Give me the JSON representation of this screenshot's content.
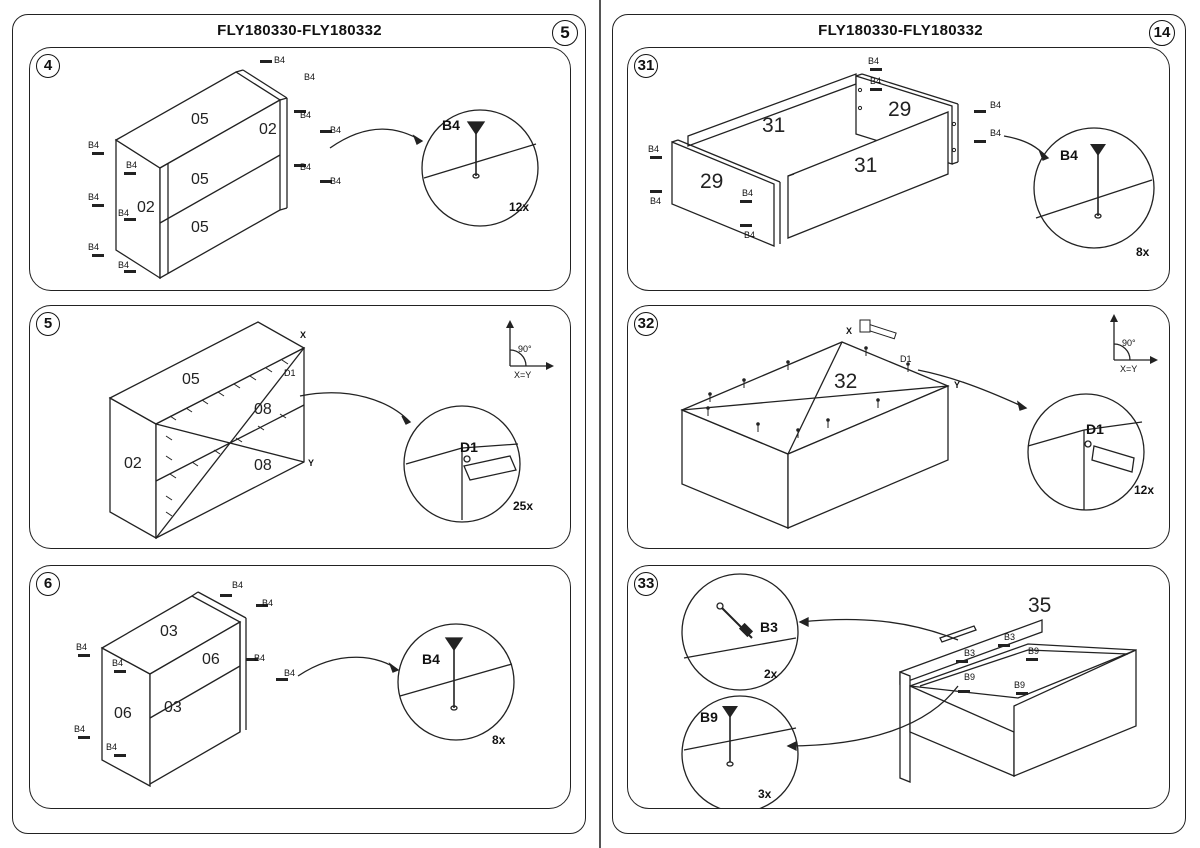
{
  "left_page": {
    "header": "FLY180330-FLY180332",
    "page_number": "5",
    "steps": [
      {
        "number": "4",
        "panels": [
          "05",
          "05",
          "05",
          "02",
          "02"
        ],
        "fastener_label": "B4",
        "callout": {
          "label": "B4",
          "count": "12x"
        }
      },
      {
        "number": "5",
        "panels": [
          "05",
          "08",
          "08",
          "02"
        ],
        "axis_x": "X",
        "axis_y": "Y",
        "angle": "90°",
        "axis_eq": "X=Y",
        "fastener_label": "D1",
        "callout": {
          "label": "D1",
          "count": "25x"
        }
      },
      {
        "number": "6",
        "panels": [
          "03",
          "03",
          "06",
          "06"
        ],
        "fastener_label": "B4",
        "callout": {
          "label": "B4",
          "count": "8x"
        }
      }
    ]
  },
  "right_page": {
    "header": "FLY180330-FLY180332",
    "page_number": "14",
    "steps": [
      {
        "number": "31",
        "panels": [
          "31",
          "31",
          "29",
          "29"
        ],
        "fastener_label": "B4",
        "callout": {
          "label": "B4",
          "count": "8x"
        }
      },
      {
        "number": "32",
        "panels": [
          "32"
        ],
        "axis_x": "X",
        "axis_y": "Y",
        "angle": "90°",
        "axis_eq": "X=Y",
        "fastener_label": "D1",
        "callout": {
          "label": "D1",
          "count": "12x"
        }
      },
      {
        "number": "33",
        "panels": [
          "35"
        ],
        "fastener_labels": [
          "B3",
          "B3",
          "B9",
          "B9",
          "B9"
        ],
        "callouts": [
          {
            "label": "B3",
            "count": "2x"
          },
          {
            "label": "B9",
            "count": "3x"
          }
        ]
      }
    ]
  },
  "colors": {
    "line": "#222222",
    "background": "#ffffff"
  },
  "icons": [
    "screw-icon",
    "nail-icon",
    "hammer-icon",
    "axis-icon"
  ]
}
